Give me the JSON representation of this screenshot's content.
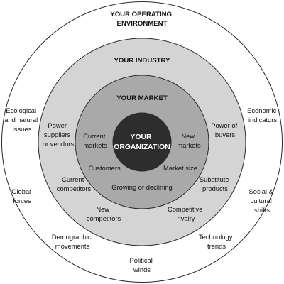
{
  "colors": {
    "environment": "#ffffff",
    "industry": "#d4d4d4",
    "market": "#a9a9a9",
    "core": "#2d2d2d",
    "ring_stroke": "#2b2b2b",
    "text": "#111111",
    "core_text": "#ffffff"
  },
  "environment": {
    "title": [
      "YOUR OPERATING",
      "ENVIRONMENT"
    ],
    "items": {
      "ecological": [
        "Ecological",
        "and natural",
        "issues"
      ],
      "economic": [
        "Economic",
        "indicators"
      ],
      "global": [
        "Global",
        "forces"
      ],
      "social": [
        "Social &",
        "cultural",
        "shifts"
      ],
      "demographic": [
        "Demographic",
        "movements"
      ],
      "technology": [
        "Technology",
        "trends"
      ],
      "political": [
        "Political",
        "winds"
      ]
    }
  },
  "industry": {
    "title": "YOUR INDUSTRY",
    "items": {
      "power_suppliers": [
        "Power",
        "suppliers",
        "or vendors"
      ],
      "power_buyers": [
        "Power of",
        "buyers"
      ],
      "current_competitors": [
        "Current",
        "competitors"
      ],
      "substitute": [
        "Substitute",
        "products"
      ],
      "new_competitors": [
        "New",
        "competitors"
      ],
      "rivalry": [
        "Competitive",
        "rivalry"
      ]
    }
  },
  "market": {
    "title": "YOUR MARKET",
    "items": {
      "current_markets": [
        "Current",
        "markets"
      ],
      "new_markets": [
        "New",
        "markets"
      ],
      "customers": "Customers",
      "market_size": "Market size",
      "growing": "Growing or declining"
    }
  },
  "core": {
    "label": [
      "YOUR",
      "ORGANIZATION"
    ]
  }
}
